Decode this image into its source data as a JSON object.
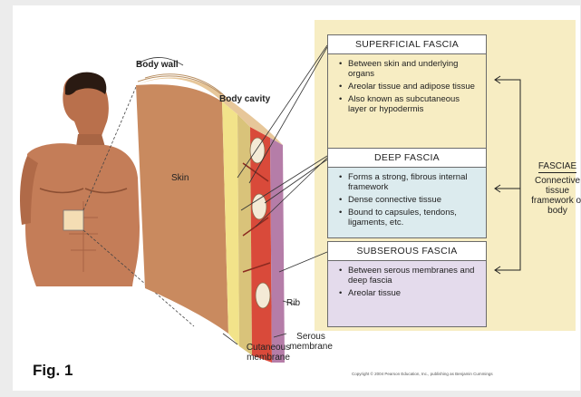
{
  "labels": {
    "body_wall": "Body wall",
    "body_cavity": "Body cavity",
    "skin": "Skin",
    "rib": "Rib",
    "cutaneous_membrane": "Cutaneous membrane",
    "serous_membrane": "Serous membrane"
  },
  "boxes": [
    {
      "title": "SUPERFICIAL FASCIA",
      "items": [
        "Between skin and underlying organs",
        "Areolar tissue and adipose tissue",
        "Also known as subcutaneous layer or hypodermis"
      ]
    },
    {
      "title": "DEEP FASCIA",
      "items": [
        "Forms a strong, fibrous internal framework",
        "Dense connective tissue",
        "Bound to capsules, tendons, ligaments, etc."
      ]
    },
    {
      "title": "SUBSEROUS FASCIA",
      "items": [
        "Between serous membranes and deep fascia",
        "Areolar tissue"
      ]
    }
  ],
  "fasciae": {
    "title": "FASCIAE",
    "description": "Connective tissue framework of body"
  },
  "figure": {
    "label": "Fig. 1",
    "copyright": "Copyright © 2004 Pearson Education, Inc., publishing as Benjamin Cummings"
  },
  "colors": {
    "panel": "#f7edc3",
    "deep_fascia": "#dcebee",
    "subserous_fascia": "#e4dbec",
    "skin": "#c98a5f",
    "muscle": "#d94a3a"
  }
}
